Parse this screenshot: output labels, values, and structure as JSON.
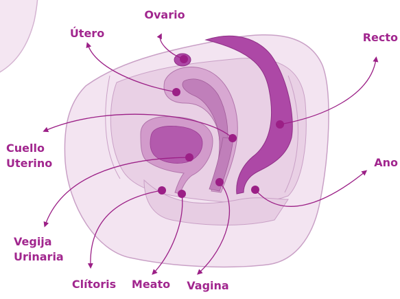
{
  "colors": {
    "label": "#a1268e",
    "line": "#9b1f86",
    "outline": "#c9a0c6",
    "tissue_light": "#f1e1ef",
    "tissue_mid": "#e2c0de",
    "tissue_dark": "#cf93c8",
    "organ_dark": "#ad48a6",
    "bladder": "#b35aad"
  },
  "labels": {
    "ovario": "Ovario",
    "utero": "Útero",
    "recto": "Recto",
    "cuello_1": "Cuello",
    "cuello_2": "Uterino",
    "ano": "Ano",
    "vegija_1": "Vegija",
    "vegija_2": "Urinaria",
    "clitoris": "Clítoris",
    "meato": "Meato",
    "vagina": "Vagina"
  }
}
